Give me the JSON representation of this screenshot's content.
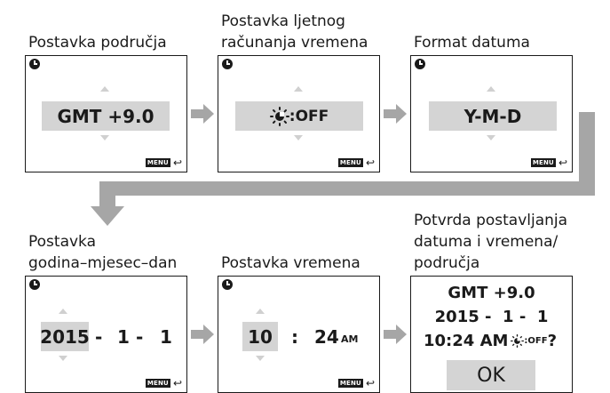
{
  "steps": {
    "area": {
      "label": "Postavka područja",
      "value": "GMT +9.0"
    },
    "dst": {
      "label_line1": "Postavka ljetnog",
      "label_line2": "računanja vremena",
      "value": "OFF"
    },
    "date_format": {
      "label": "Format datuma",
      "value": "Y-M-D"
    },
    "ymd": {
      "label_line1": "Postavka",
      "label_line2": "godina–mjesec–dan",
      "year": "2015",
      "sep1": "-",
      "month": "1",
      "sep2": "-",
      "day": "1"
    },
    "time": {
      "label": "Postavka vremena",
      "hour": "10",
      "colon": ":",
      "minute": "24",
      "ampm": "AM"
    },
    "confirm": {
      "label_line1": "Potvrda postavljanja",
      "label_line2": "datuma i vremena/",
      "label_line3": "područja",
      "line1": "GMT +9.0",
      "line2": "2015 -  1 -  1",
      "line3_time": "10:24 AM",
      "line3_dst": "OFF",
      "line3_q": "?",
      "ok": "OK"
    }
  },
  "menu_badge": "MENU",
  "icons": [
    "clock-icon",
    "sun-icon",
    "back-icon",
    "arrow-right-icon",
    "arrow-up-icon",
    "arrow-down-icon"
  ],
  "colors": {
    "highlight": "#d4d4d4",
    "arrow": "#a6a6a6",
    "text": "#1a1a1a"
  }
}
